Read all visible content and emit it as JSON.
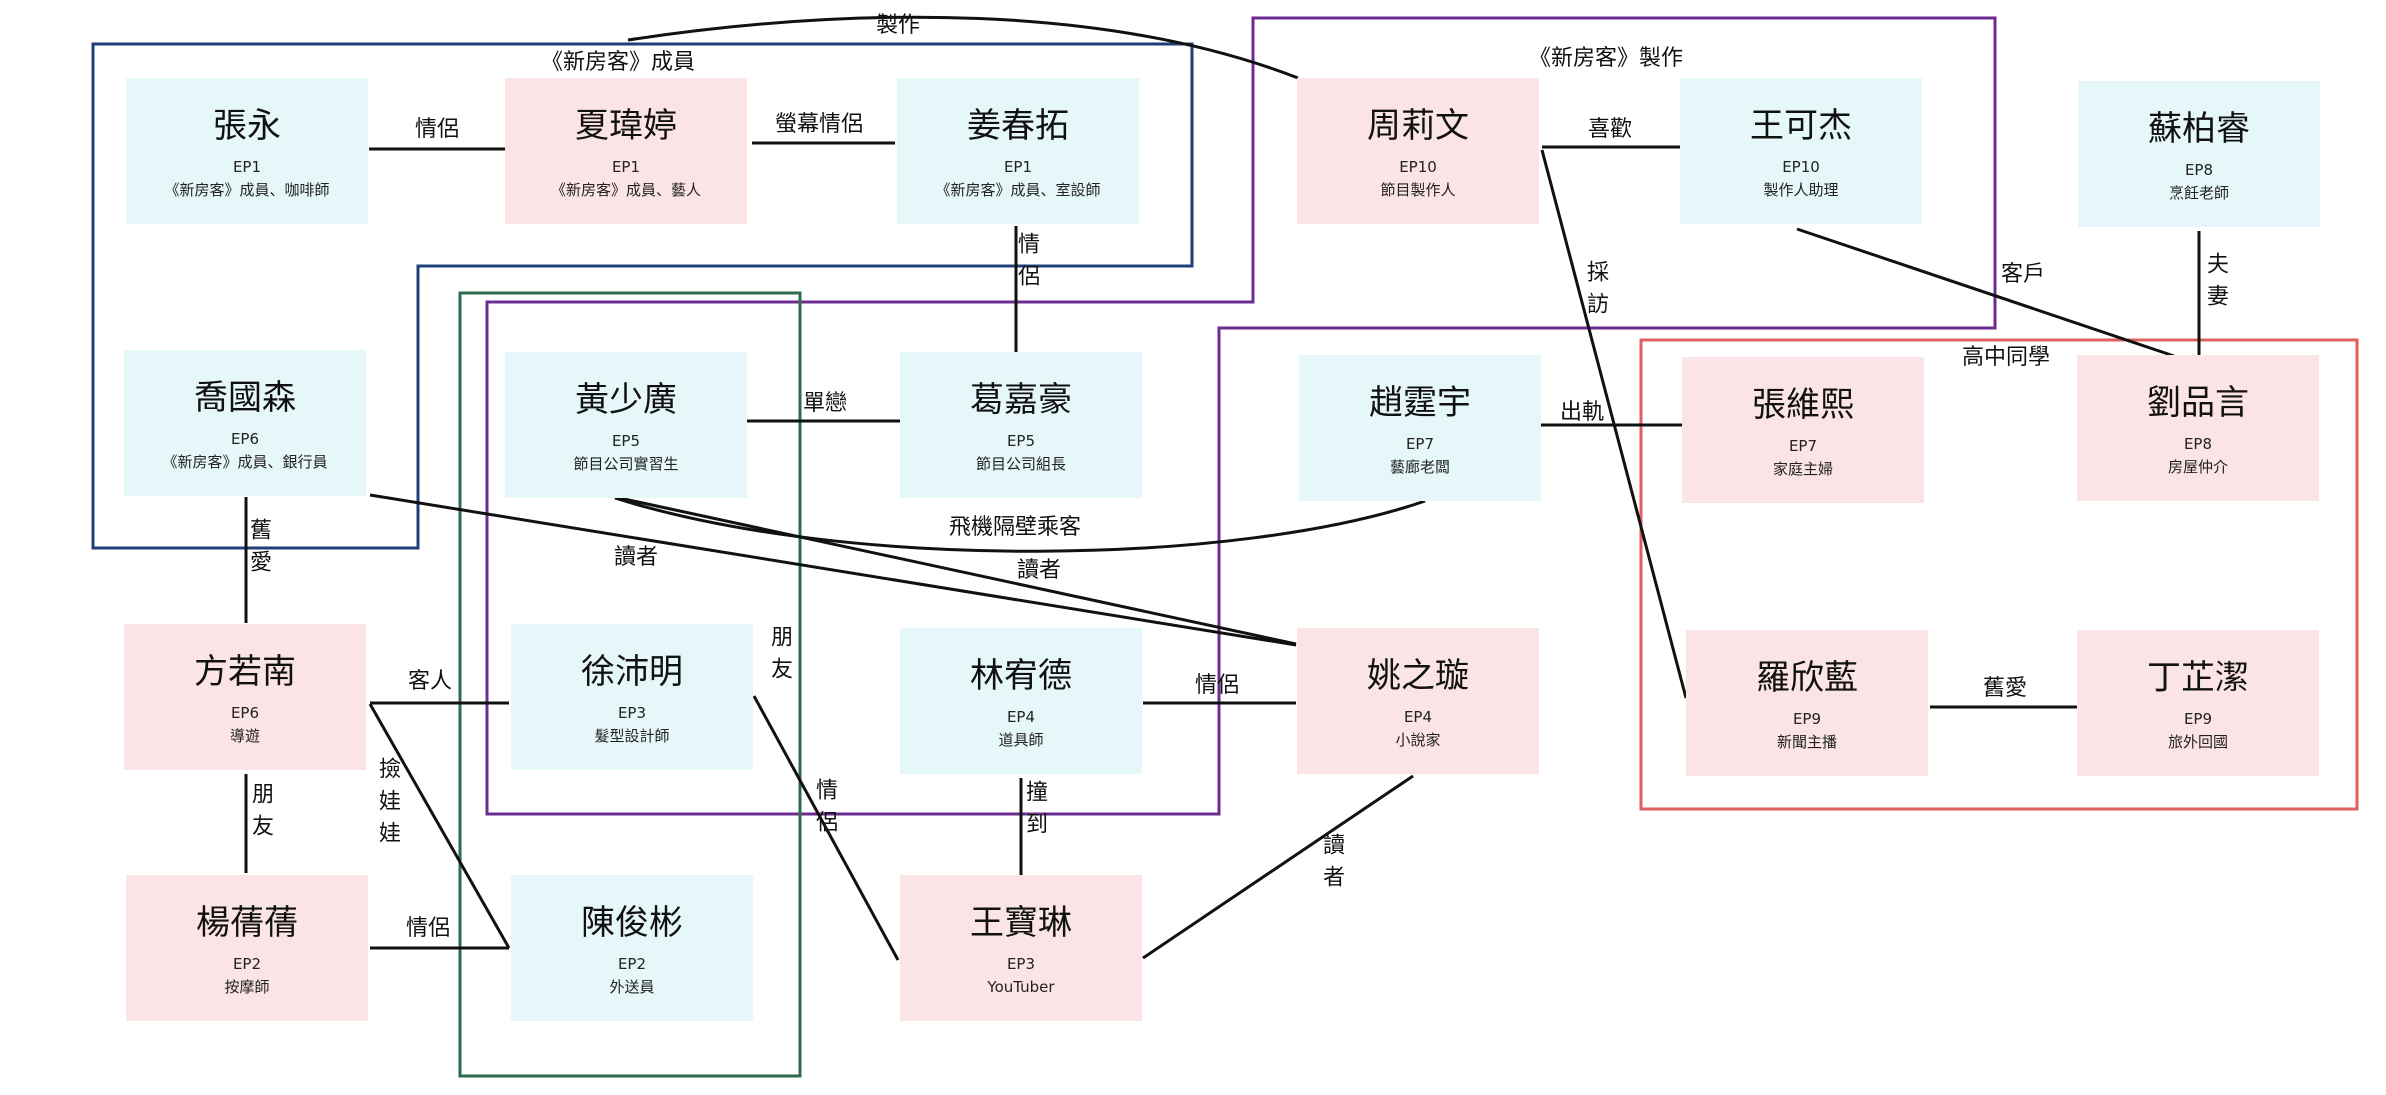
{
  "colors": {
    "pink_node": "#fbe4e5",
    "blue_node": "#e6f7fa",
    "navy_group": "#1f3f78",
    "purple_group": "#6b2d8f",
    "green_group": "#2f6b4f",
    "red_group": "#e06060"
  },
  "groups": {
    "members": "《新房客》成員",
    "production": "《新房客》製作",
    "classmates": "高中同學"
  },
  "nodes": {
    "zhangyong": {
      "name": "張永",
      "ep": "EP1",
      "role": "《新房客》成員、咖啡師"
    },
    "xiaweiting": {
      "name": "夏瑋婷",
      "ep": "EP1",
      "role": "《新房客》成員、藝人"
    },
    "jiangchuntuo": {
      "name": "姜春拓",
      "ep": "EP1",
      "role": "《新房客》成員、室設師"
    },
    "zhouliwen": {
      "name": "周莉文",
      "ep": "EP10",
      "role": "節目製作人"
    },
    "wangkejie": {
      "name": "王可杰",
      "ep": "EP10",
      "role": "製作人助理"
    },
    "subairui": {
      "name": "蘇柏睿",
      "ep": "EP8",
      "role": "烹飪老師"
    },
    "qiaoguosen": {
      "name": "喬國森",
      "ep": "EP6",
      "role": "《新房客》成員、銀行員"
    },
    "huangshaoguang": {
      "name": "黃少廣",
      "ep": "EP5",
      "role": "節目公司實習生"
    },
    "gejiahao": {
      "name": "葛嘉豪",
      "ep": "EP5",
      "role": "節目公司組長"
    },
    "zhaotingyu": {
      "name": "趙霆宇",
      "ep": "EP7",
      "role": "藝廊老闆"
    },
    "zhangweixi": {
      "name": "張維熙",
      "ep": "EP7",
      "role": "家庭主婦"
    },
    "liupinyan": {
      "name": "劉品言",
      "ep": "EP8",
      "role": "房屋仲介"
    },
    "fangruonan": {
      "name": "方若南",
      "ep": "EP6",
      "role": "導遊"
    },
    "xupeiming": {
      "name": "徐沛明",
      "ep": "EP3",
      "role": "髮型設計師"
    },
    "linyoude": {
      "name": "林宥德",
      "ep": "EP4",
      "role": "道具師"
    },
    "yaozhixuan": {
      "name": "姚之璇",
      "ep": "EP4",
      "role": "小說家"
    },
    "luoxinlan": {
      "name": "羅欣藍",
      "ep": "EP9",
      "role": "新聞主播"
    },
    "dingzhijie": {
      "name": "丁芷潔",
      "ep": "EP9",
      "role": "旅外回國"
    },
    "yangqianqian": {
      "name": "楊蒨蒨",
      "ep": "EP2",
      "role": "按摩師"
    },
    "chenjunbin": {
      "name": "陳俊彬",
      "ep": "EP2",
      "role": "外送員"
    },
    "wangbaolin": {
      "name": "王寶琳",
      "ep": "EP3",
      "role": "YouTuber"
    }
  },
  "relations": {
    "zhiz": "製作",
    "lovers_zy_xwt": "情侶",
    "screen_couple": "螢幕情侶",
    "like": "喜歡",
    "lovers_jct_gjh": "情侶",
    "interview": "採訪",
    "client": "客戶",
    "spouse": "夫妻",
    "crush": "單戀",
    "affair": "出軌",
    "ex_qgs_frn": "舊愛",
    "plane": "飛機隔壁乘客",
    "reader_hsg": "讀者",
    "reader_qgs": "讀者",
    "guest": "客人",
    "friends_xpm": "朋友",
    "lovers_lyd_yzx": "情侶",
    "ex_lxl_dzj": "舊愛",
    "friends_frn_yqq": "朋友",
    "pickup": "撿娃娃",
    "lovers_xpm_wbl": "情侶",
    "bump": "撞到",
    "reader_wbl": "讀者",
    "lovers_yqq_cjb": "情侶"
  }
}
